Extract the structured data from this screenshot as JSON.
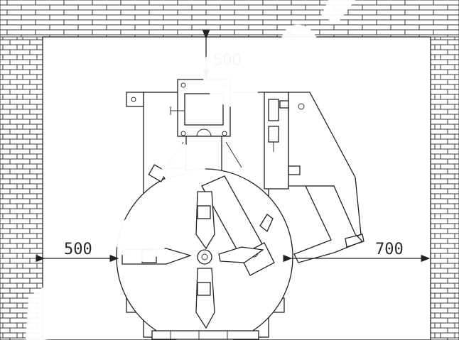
{
  "diagram": {
    "dimensions": {
      "top": "500",
      "left": "500",
      "right": "700"
    },
    "colors": {
      "line": "#222222",
      "wall": "#3a3a3a",
      "background": "#ffffff",
      "watermark": "#ffffff"
    }
  }
}
